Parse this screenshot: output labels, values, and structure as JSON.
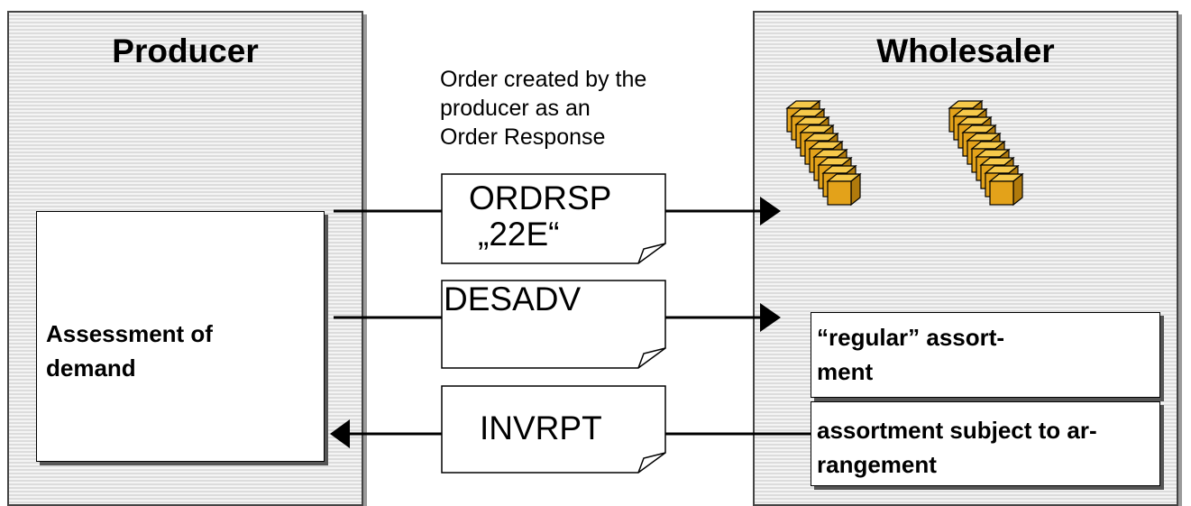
{
  "producer": {
    "title": "Producer"
  },
  "wholesaler": {
    "title": "Wholesaler"
  },
  "assessment": {
    "label": "Assessment of demand"
  },
  "caption": {
    "lines": [
      "Order created by the",
      "producer as an",
      "Order Response"
    ]
  },
  "documents": {
    "ordrsp": {
      "line1": "ORDRSP",
      "line2": "„22E“"
    },
    "desadv": {
      "label": "DESADV"
    },
    "invrpt": {
      "label": "INVRPT"
    }
  },
  "assortments": {
    "regular": {
      "line1": "“regular” assort-",
      "line2": "ment"
    },
    "arrangement": {
      "line1": "assortment subject to ar-",
      "line2": "rangement"
    }
  },
  "icons": {
    "goods": "stacked-crates-icon"
  }
}
